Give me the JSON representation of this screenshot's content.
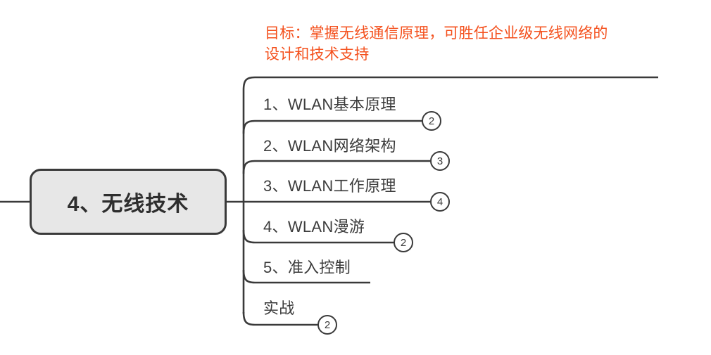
{
  "diagram": {
    "type": "mindmap",
    "background_color": "#ffffff",
    "accent_color": "#f4511e",
    "line_color": "#3a3a3a",
    "node_fill": "#e7e7e7",
    "text_color": "#3c3c3c",
    "goal_note": "目标：掌握无线通信原理，可胜任企业级无线网络的\n设计和技术支持",
    "root": {
      "label": "4、无线技术"
    },
    "branches": [
      {
        "label": "1、WLAN基本原理",
        "badge": "2"
      },
      {
        "label": "2、WLAN网络架构",
        "badge": "3"
      },
      {
        "label": "3、WLAN工作原理",
        "badge": "4"
      },
      {
        "label": "4、WLAN漫游",
        "badge": "2"
      },
      {
        "label": "5、准入控制",
        "badge": ""
      },
      {
        "label": "实战",
        "badge": "2"
      }
    ]
  }
}
